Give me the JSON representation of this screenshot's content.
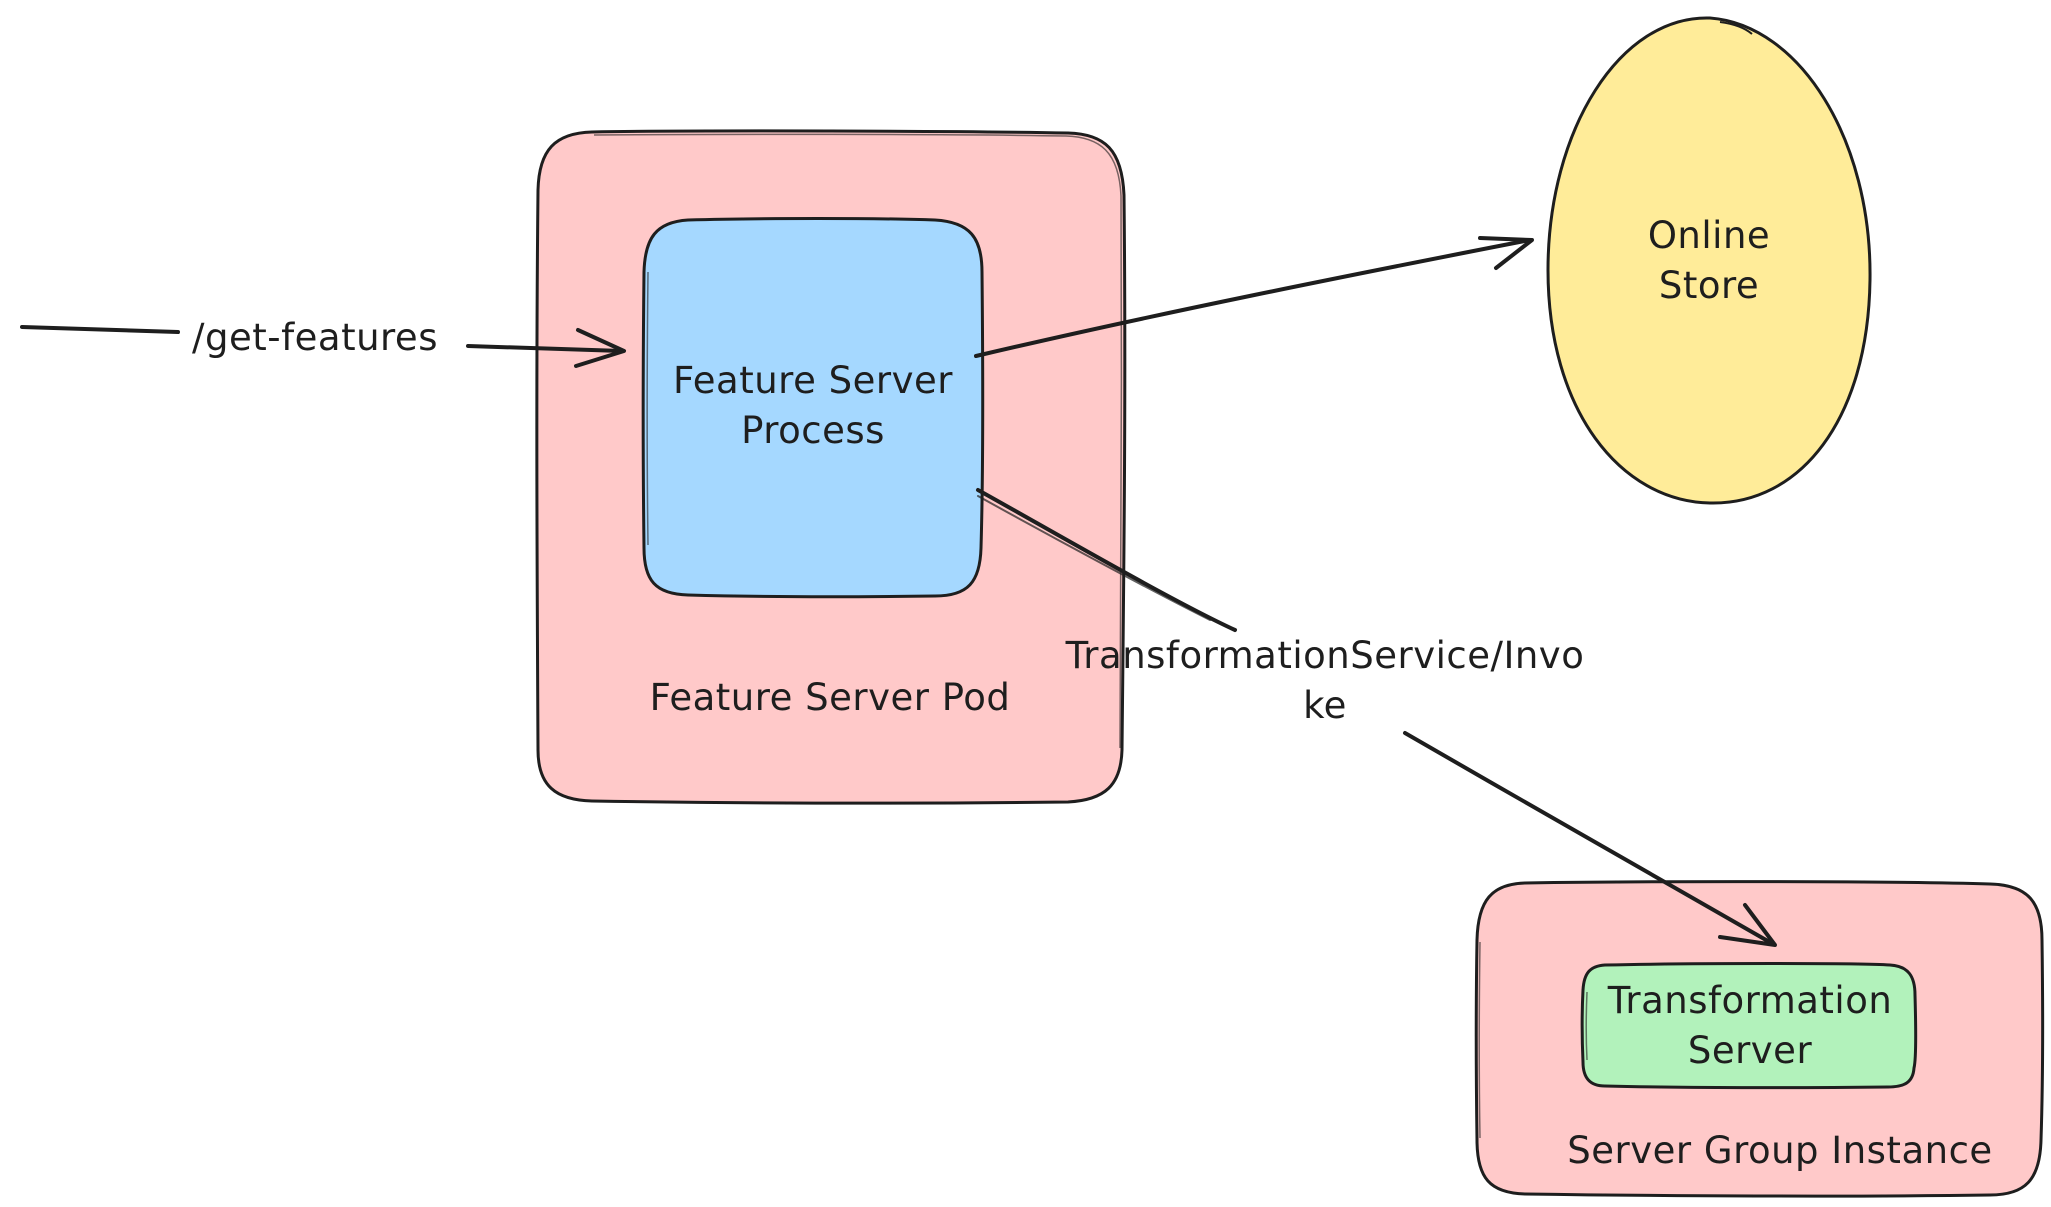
{
  "diagram": {
    "labels": {
      "feature_server_pod": "Feature Server Pod",
      "feature_server_process_line1": "Feature Server",
      "feature_server_process_line2": "Process",
      "online_store_line1": "Online",
      "online_store_line2": "Store",
      "transformation_server_line1": "Transformation",
      "transformation_server_line2": "Server",
      "server_group_instance": "Server Group Instance",
      "get_features_arrow": "/get-features",
      "invoke_arrow_line1": "TransformationService/Invo",
      "invoke_arrow_line2": "ke"
    },
    "colors": {
      "pod_fill": "#ffc9c9",
      "process_fill": "#a5d8ff",
      "store_fill": "#ffec99",
      "transform_fill": "#b2f2bb",
      "stroke": "#1e1e1e"
    }
  }
}
